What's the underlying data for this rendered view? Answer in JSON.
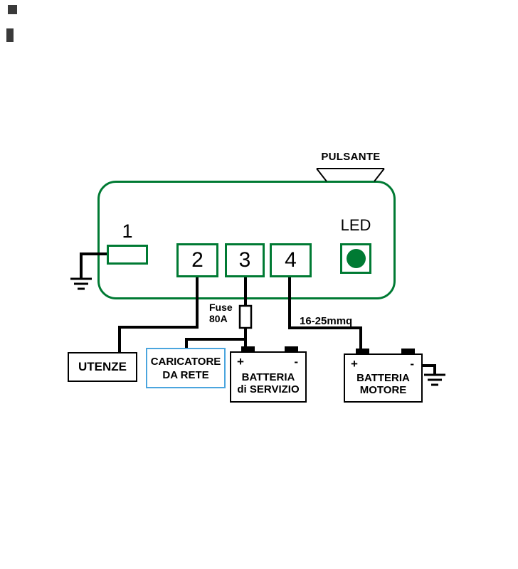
{
  "colors": {
    "device_green": "#007A33",
    "led_green": "#007A33",
    "charger_blue": "#4BA5DE",
    "wire_black": "#000000"
  },
  "device": {
    "pulsante_label": "PULSANTE",
    "led_label": "LED",
    "terminals": {
      "t1": "1",
      "t2": "2",
      "t3": "3",
      "t4": "4"
    }
  },
  "annotations": {
    "fuse_line1": "Fuse",
    "fuse_line2": "80A",
    "wire_gauge": "16-25mmq"
  },
  "components": {
    "utenze": {
      "label": "UTENZE"
    },
    "caricatore": {
      "line1": "CARICATORE",
      "line2": "DA RETE"
    },
    "batteria_servizio": {
      "line1": "BATTERIA",
      "line2": "di SERVIZIO",
      "plus": "+",
      "minus": "-"
    },
    "batteria_motore": {
      "line1": "BATTERIA",
      "line2": "MOTORE",
      "plus": "+",
      "minus": "-"
    }
  }
}
